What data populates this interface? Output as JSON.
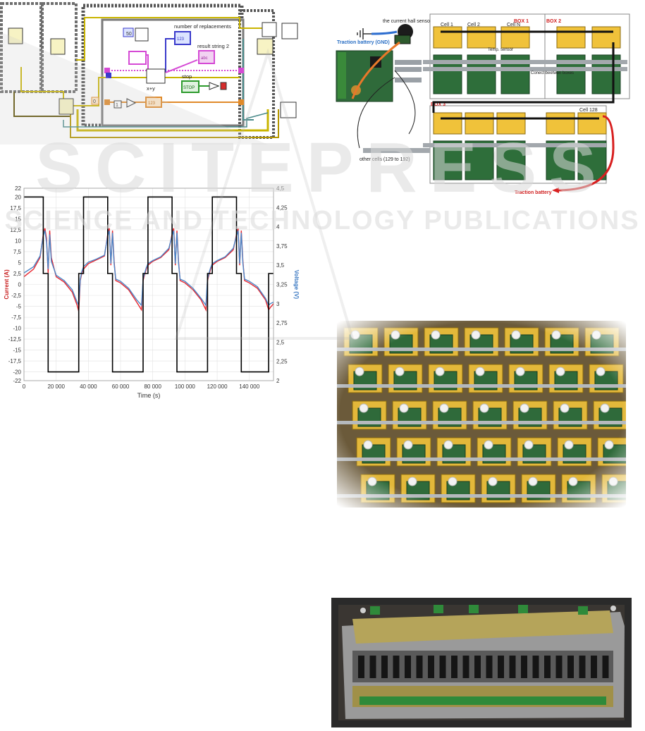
{
  "figure_block_diagram": {
    "labview": {
      "constants": [
        "50",
        "0",
        "1"
      ],
      "label_number_of_replacements": "number of replacements",
      "label_result_string": "result string 2",
      "label_x_plus_y": "x+y",
      "label_stop": "stop",
      "stop_button": "STOP",
      "indicator_123": "123",
      "indicator_abc": "abc"
    }
  },
  "figure_wiring": {
    "hall_sensor": "the current hall sensor",
    "traction_gnd": "Traction battery (GND)",
    "traction_battery": "Traction battery",
    "box1": "BOX 1",
    "box2": "BOX 2",
    "box3": "BOX 3",
    "cell1": "Cell 1",
    "cell2": "Cell 2",
    "cellN": "Cell N",
    "cell128": "Cell 128",
    "temp_sensor": "Temp. sensor",
    "connect_boxes": "Conect beetwen boxes",
    "other_cells": "other cells (129 to 192)"
  },
  "chart_data": {
    "type": "line",
    "xlabel": "Time (s)",
    "ylabel_left": "Current (A)",
    "ylabel_right": "Voltage (V)",
    "x_ticks": [
      "0",
      "20 000",
      "40 000",
      "60 000",
      "80 000",
      "100 000",
      "120 000",
      "140 000"
    ],
    "y_left_ticks": [
      "22",
      "20",
      "17,5",
      "15",
      "12,5",
      "10",
      "7,5",
      "5",
      "2,5",
      "0",
      "-2,5",
      "-5",
      "-7,5",
      "-10",
      "-12,5",
      "-15",
      "-17,5",
      "-20",
      "-22"
    ],
    "y_right_ticks": [
      "4,5",
      "4,25",
      "4",
      "3,75",
      "3,5",
      "3,25",
      "3",
      "2,75",
      "2,5",
      "2,25",
      "2"
    ],
    "xlim": [
      0,
      155000
    ],
    "ylim_left": [
      -22,
      22
    ],
    "ylim_right": [
      2,
      4.5
    ],
    "grid": true,
    "current_series": {
      "color": "#000000",
      "x": [
        0,
        12000,
        12000,
        15000,
        15000,
        34000,
        34000,
        37000,
        37000,
        52000,
        52000,
        55000,
        55000,
        74000,
        74000,
        77000,
        77000,
        92000,
        92000,
        95000,
        95000,
        114000,
        114000,
        117000,
        117000,
        132000,
        132000,
        135000,
        135000,
        152000,
        152000,
        155000
      ],
      "y": [
        20,
        20,
        2.5,
        2.5,
        -20,
        -20,
        2.5,
        2.5,
        20,
        20,
        2.5,
        2.5,
        -20,
        -20,
        2.5,
        2.5,
        20,
        20,
        2.5,
        2.5,
        -20,
        -20,
        2.5,
        2.5,
        20,
        20,
        2.5,
        2.5,
        -20,
        -20,
        2.5,
        2.5
      ]
    },
    "voltage_series": [
      {
        "color": "#e8262f",
        "x": [
          0,
          6000,
          10000,
          12000,
          13000,
          14000,
          15000,
          16000,
          17000,
          20000,
          25000,
          30000,
          33000,
          34000,
          35000,
          36000,
          37000,
          40000,
          45000,
          50000,
          52000,
          53000,
          54000,
          55000,
          56000,
          57000,
          60000,
          65000,
          70000,
          73000,
          74000,
          75000,
          76000,
          77000,
          80000,
          85000,
          90000,
          92000,
          93000,
          94000,
          95000,
          96000,
          97000,
          100000,
          105000,
          110000,
          113000,
          114000,
          115000,
          116000,
          117000,
          120000,
          125000,
          130000,
          132000,
          133000,
          134000,
          135000,
          136000,
          137000,
          140000,
          145000,
          150000,
          152000,
          153000,
          155000
        ],
        "y": [
          3.35,
          3.45,
          3.6,
          3.9,
          3.98,
          3.85,
          3.4,
          3.95,
          3.6,
          3.35,
          3.28,
          3.15,
          2.98,
          2.9,
          3.3,
          3.4,
          3.45,
          3.52,
          3.57,
          3.62,
          3.9,
          3.98,
          3.5,
          3.95,
          3.55,
          3.3,
          3.27,
          3.18,
          3.02,
          2.92,
          3.3,
          3.38,
          3.45,
          3.5,
          3.55,
          3.6,
          3.7,
          3.9,
          3.98,
          3.5,
          3.95,
          3.55,
          3.3,
          3.27,
          3.18,
          3.05,
          2.92,
          3.3,
          3.38,
          3.45,
          3.5,
          3.55,
          3.6,
          3.7,
          3.9,
          3.98,
          3.5,
          3.95,
          3.55,
          3.3,
          3.27,
          3.2,
          3.05,
          2.92,
          2.95,
          3.0
        ]
      },
      {
        "color": "#4a86c8",
        "x": [
          0,
          6000,
          10000,
          12000,
          13000,
          14000,
          15000,
          16000,
          17000,
          20000,
          25000,
          30000,
          33000,
          34000,
          35000,
          36000,
          37000,
          40000,
          45000,
          50000,
          52000,
          53000,
          54000,
          55000,
          56000,
          57000,
          60000,
          65000,
          70000,
          73000,
          74000,
          75000,
          76000,
          77000,
          80000,
          85000,
          90000,
          92000,
          93000,
          94000,
          95000,
          96000,
          97000,
          100000,
          105000,
          110000,
          113000,
          114000,
          115000,
          116000,
          117000,
          120000,
          125000,
          130000,
          132000,
          133000,
          134000,
          135000,
          136000,
          137000,
          140000,
          145000,
          150000,
          152000,
          153000,
          155000
        ],
        "y": [
          3.4,
          3.48,
          3.62,
          3.88,
          3.95,
          3.8,
          3.45,
          3.9,
          3.55,
          3.37,
          3.3,
          3.18,
          3.02,
          2.98,
          3.32,
          3.42,
          3.48,
          3.54,
          3.58,
          3.63,
          3.88,
          3.95,
          3.52,
          3.92,
          3.52,
          3.32,
          3.29,
          3.2,
          3.05,
          2.98,
          3.32,
          3.4,
          3.47,
          3.52,
          3.56,
          3.61,
          3.72,
          3.88,
          3.95,
          3.52,
          3.92,
          3.52,
          3.32,
          3.29,
          3.2,
          3.07,
          2.98,
          3.32,
          3.4,
          3.47,
          3.52,
          3.56,
          3.61,
          3.72,
          3.88,
          3.95,
          3.52,
          3.92,
          3.52,
          3.32,
          3.29,
          3.22,
          3.07,
          2.98,
          3.0,
          3.02
        ]
      }
    ]
  },
  "watermark": {
    "title": "SCITEPRESS",
    "subtitle": "SCIENCE AND TECHNOLOGY PUBLICATIONS"
  }
}
